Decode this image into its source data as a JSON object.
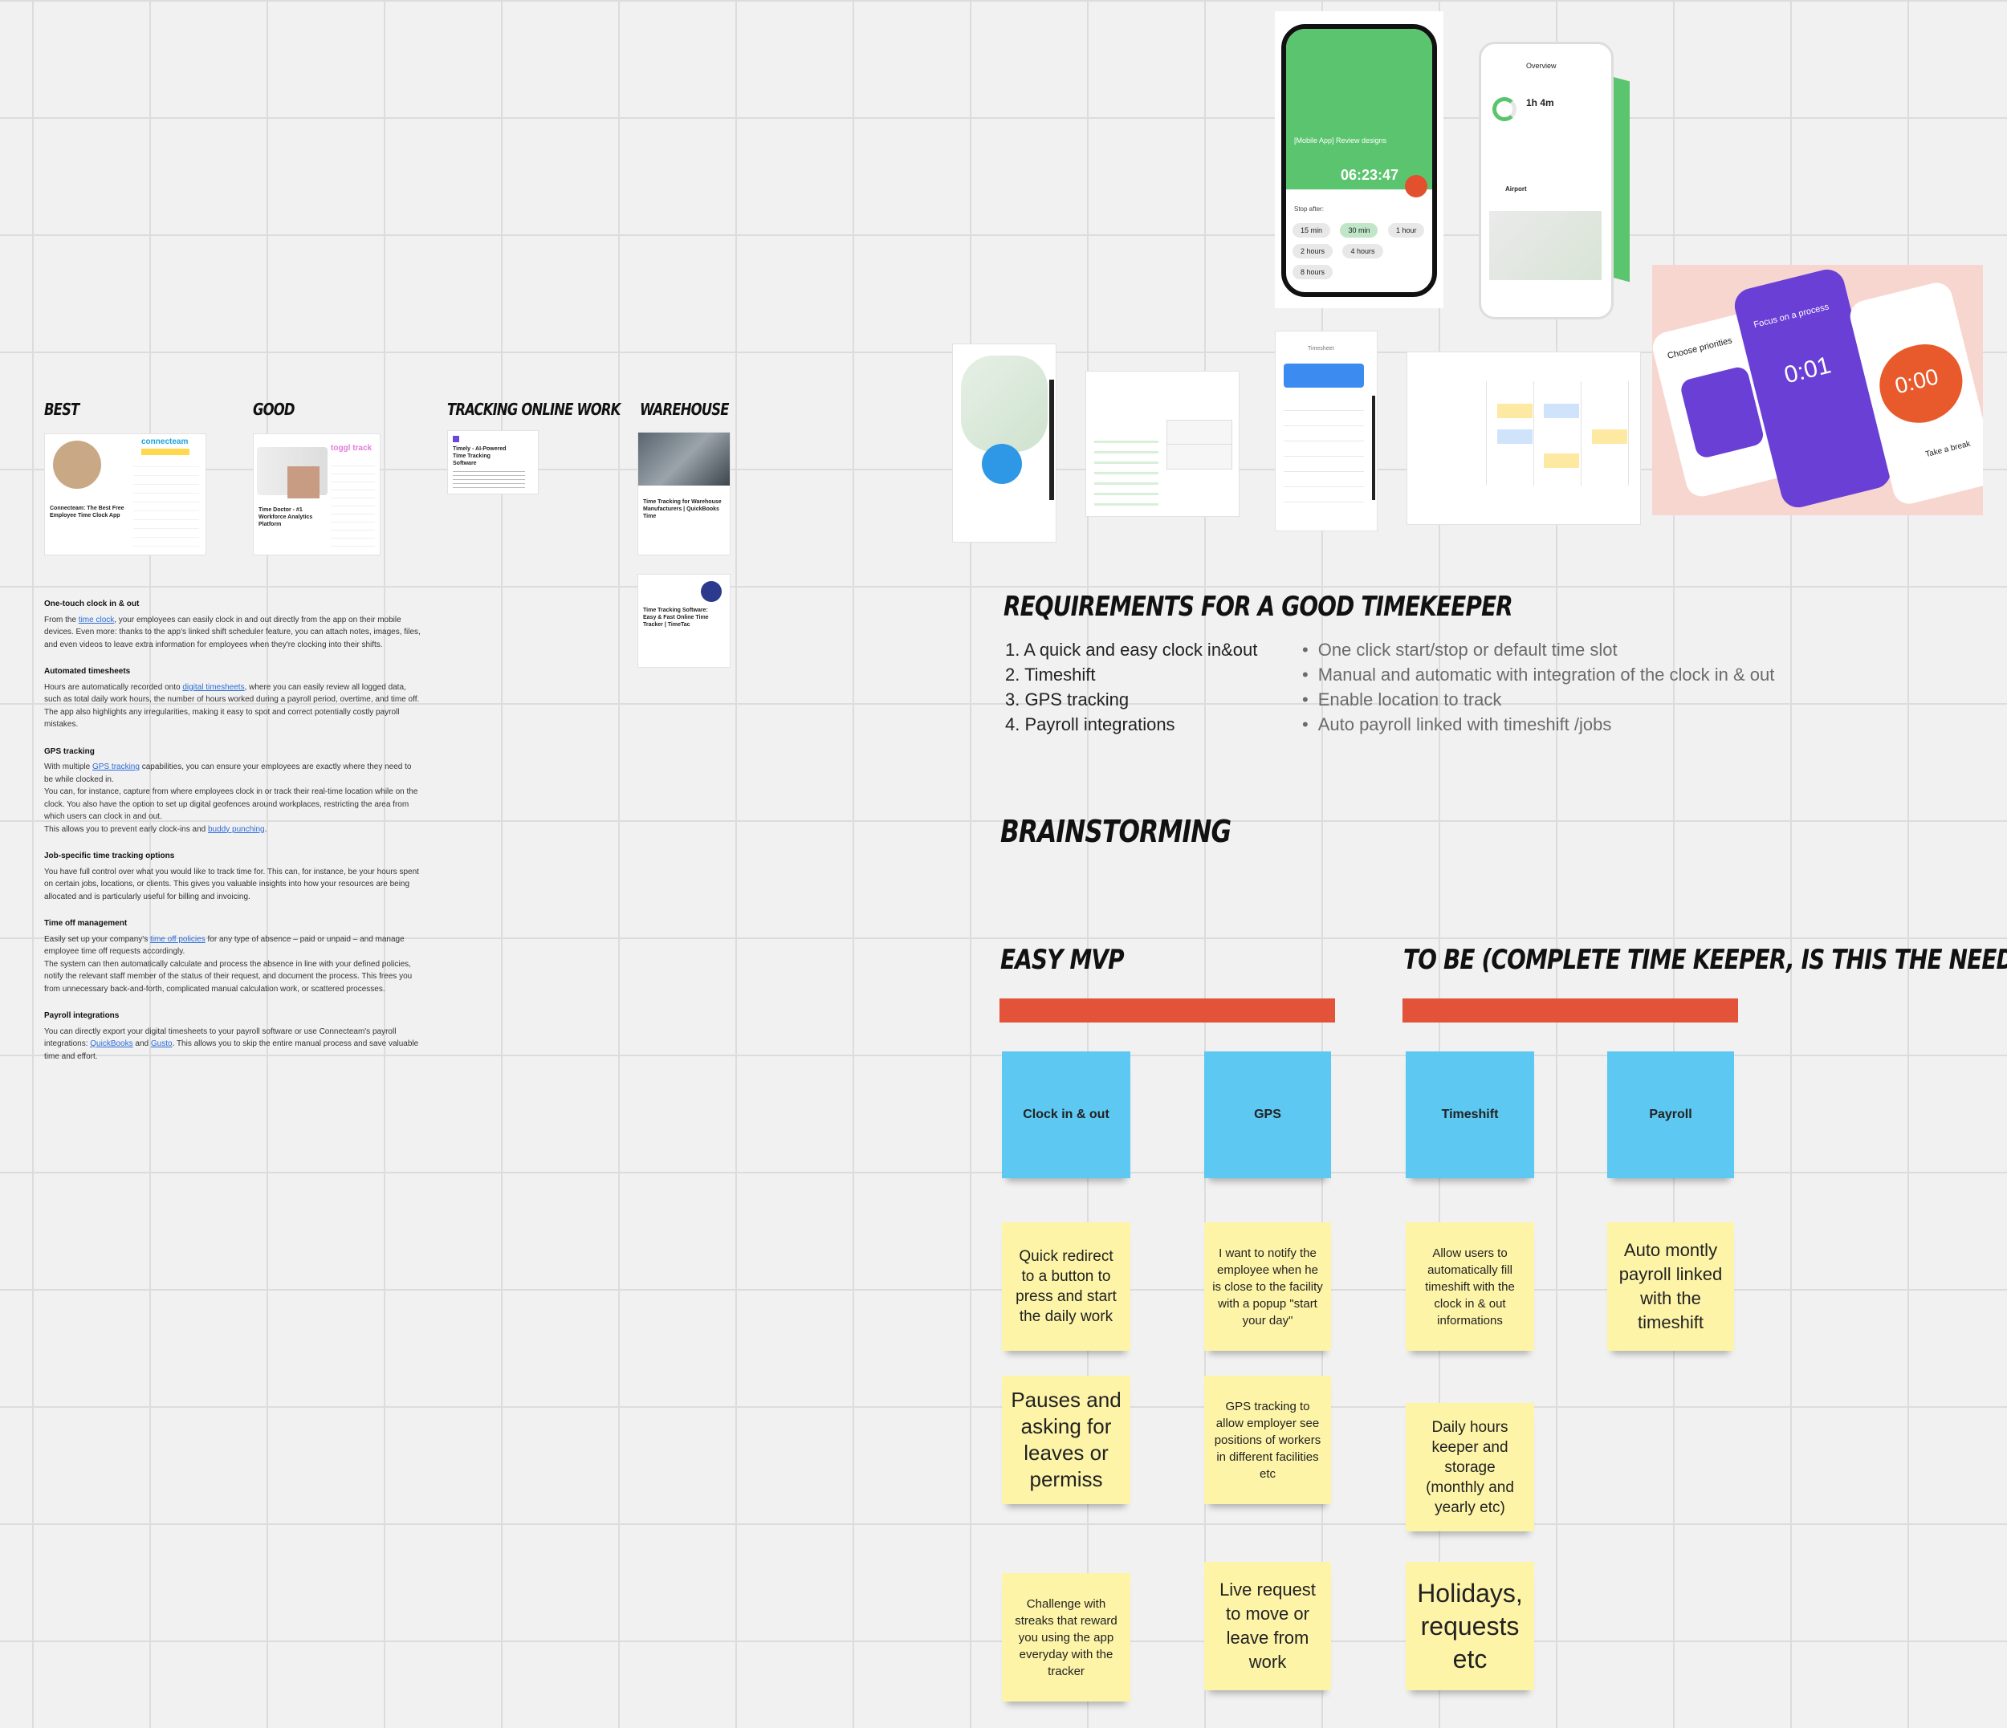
{
  "columns": {
    "best": "BEST",
    "good": "GOOD",
    "tracking": "TRACKING ONLINE WORK",
    "warehouse": "WAREHOUSE"
  },
  "thumbs": {
    "connecteam_logo": "connecteam",
    "connecteam_title": "Connecteam: The Best Free Employee Time Clock App",
    "toggl_logo": "toggl track",
    "timedoctor_title": "Time Doctor - #1 Workforce Analytics Platform",
    "timely_title": "Timely - AI-Powered Time Tracking Software",
    "warehouse_title": "Time Tracking for Warehouse Manufacturers | QuickBooks Time",
    "timetac_title": "Time Tracking Software: Easy & Fast Online Time Tracker | TimeTac"
  },
  "doc": {
    "s1_title": "One-touch clock in & out",
    "s1_pre": "From the ",
    "s1_link": "time clock",
    "s1_post": ", your employees can easily clock in and out directly from the app on their mobile devices. Even more: thanks to the app's linked shift scheduler feature, you can attach notes, images, files, and even videos to leave extra information for employees when they're clocking into their shifts.",
    "s2_title": "Automated timesheets",
    "s2_pre": "Hours are automatically recorded onto ",
    "s2_link": "digital timesheets",
    "s2_post": ", where you can easily review all logged data, such as total daily work hours, the number of hours worked during a payroll period, overtime, and time off. The app also highlights any irregularities, making it easy to spot and correct potentially costly payroll mistakes.",
    "s3_title": "GPS tracking",
    "s3_pre": "With multiple ",
    "s3_link": "GPS tracking",
    "s3_post": " capabilities, you can ensure your employees are exactly where they need to be while clocked in.",
    "s3_b": "You can, for instance, capture from where employees clock in or track their real-time location while on the clock. You also have the option to set up digital geofences around workplaces, restricting the area from which users can clock in and out.",
    "s3_c_pre": "This allows you to prevent early clock-ins and ",
    "s3_c_link": "buddy punching",
    "s3_c_post": ".",
    "s4_title": "Job-specific time tracking options",
    "s4_body": "You have full control over what you would like to track time for. This can, for instance, be your hours spent on certain jobs, locations, or clients. This gives you valuable insights into how your resources are being allocated and is particularly useful for billing and invoicing.",
    "s5_title": "Time off management",
    "s5_pre": "Easily set up your company's ",
    "s5_link": "time off policies",
    "s5_post": " for any type of absence – paid or unpaid – and manage employee time off requests accordingly.",
    "s5_b": "The system can then automatically calculate and process the absence in line with your defined policies, notify the relevant staff member of the status of their request, and document the process. This frees you from unnecessary back-and-forth, complicated manual calculation work, or scattered processes.",
    "s6_title": "Payroll integrations",
    "s6_pre": "You can directly export your digital timesheets to your payroll software or use Connecteam's payroll integrations: ",
    "s6_link1": "QuickBooks",
    "s6_mid": " and ",
    "s6_link2": "Gusto",
    "s6_post": ". This allows you to skip the entire manual process and save valuable time and effort."
  },
  "screens": {
    "timer_task": "[Mobile App] Review designs",
    "timer_value": "06:23:47",
    "stop_after": "Stop after:",
    "chips": [
      "15 min",
      "30 min",
      "1 hour",
      "2 hours",
      "4 hours",
      "8 hours"
    ],
    "overview_title": "Overview",
    "overview_hours": "1h 4m",
    "overview_place": "Airport",
    "focus_text": "Focus on a process",
    "focus_timer": "0:01",
    "break_timer": "0:00",
    "break_text": "Take a break",
    "priorities": "Choose priorities",
    "timesheet_title": "Timesheet"
  },
  "requirements": {
    "title": "REQUIREMENTS FOR A GOOD TIMEKEEPER",
    "items": [
      "1. A quick and easy clock in&out",
      "2. Timeshift",
      "3. GPS tracking",
      "4. Payroll integrations"
    ],
    "notes": [
      "One click start/stop or default time slot",
      "Manual and automatic with integration of the clock in & out",
      "Enable location to track",
      "Auto payroll linked with timeshift /jobs"
    ]
  },
  "brainstorming": "BRAINSTORMING",
  "easy_mvp": "EASY MVP",
  "to_be": "TO BE (COMPLETE TIME KEEPER, IS THIS THE NEED?)",
  "stickies": {
    "clock": "Clock in & out",
    "gps": "GPS",
    "timeshift": "Timeshift",
    "payroll": "Payroll",
    "y1": "Quick redirect to a button to press and start the daily work",
    "y2": "I want to notify the employee when he is close to the facility with a popup \"start your day\"",
    "y3": "Allow users to automatically fill timeshift with the clock in & out informations",
    "y4": "Auto montly payroll linked with the timeshift",
    "y5": "Pauses and asking for leaves or permiss",
    "y6": "GPS tracking to allow employer see positions of workers in different facilities etc",
    "y7": "Daily hours keeper and storage (monthly and yearly etc)",
    "y8": "Challenge with streaks that reward you using the app everyday with the tracker",
    "y9": "Live request to move or leave from work",
    "y10": "Holidays, requests etc"
  },
  "colors": {
    "accent_bar": "#e2533a",
    "sticky_blue": "#5dc8f2",
    "sticky_yellow": "#fdf4a8",
    "timer_green": "#5bc46e",
    "focus_purple": "#6a3fd6",
    "break_orange": "#e85a2c"
  }
}
